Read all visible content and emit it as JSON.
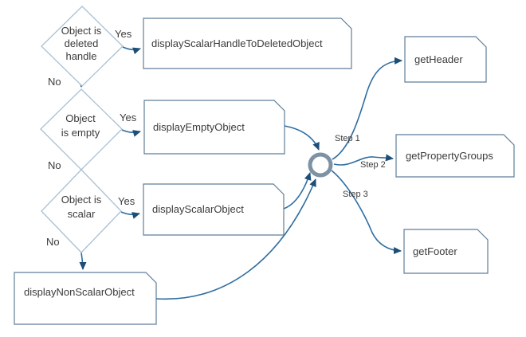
{
  "diagram": {
    "decisions": [
      {
        "lines": [
          "Object is",
          "deleted",
          "handle"
        ],
        "yes": "Yes",
        "no": "No"
      },
      {
        "lines": [
          "Object",
          "is empty"
        ],
        "yes": "Yes",
        "no": "No"
      },
      {
        "lines": [
          "Object is",
          "scalar"
        ],
        "yes": "Yes",
        "no": "No"
      }
    ],
    "processes": [
      {
        "label": "displayScalarHandleToDeletedObject"
      },
      {
        "label": "displayEmptyObject"
      },
      {
        "label": "displayScalarObject"
      },
      {
        "label": "displayNonScalarObject"
      }
    ],
    "targets": [
      {
        "label": "getHeader",
        "step": "Step 1"
      },
      {
        "label": "getPropertyGroups",
        "step": "Step 2"
      },
      {
        "label": "getFooter",
        "step": "Step 3"
      }
    ],
    "colors": {
      "connector": "#2e6da0",
      "arrowhead": "#1d4e77",
      "decision_border": "#a9c0d4",
      "process_border": "#5f7e9a",
      "junction_ring": "#7e92a6",
      "text": "#3b3b3b",
      "background": "#ffffff"
    }
  }
}
